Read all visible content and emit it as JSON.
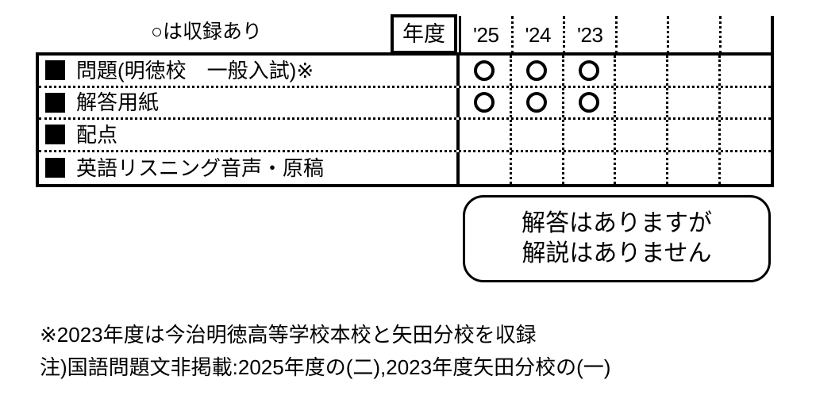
{
  "legend": {
    "text": "○は収録あり"
  },
  "table": {
    "year_header_label": "年度",
    "year_columns": [
      "'25",
      "'24",
      "'23",
      "",
      "",
      ""
    ],
    "mark_symbol": "○",
    "rows": [
      {
        "label": "問題(明徳校　一般入試)※",
        "marks": [
          true,
          true,
          true,
          false,
          false,
          false
        ]
      },
      {
        "label": "解答用紙",
        "marks": [
          true,
          true,
          true,
          false,
          false,
          false
        ]
      },
      {
        "label": "配点",
        "marks": [
          false,
          false,
          false,
          false,
          false,
          false
        ]
      },
      {
        "label": "英語リスニング音声・原稿",
        "marks": [
          false,
          false,
          false,
          false,
          false,
          false
        ]
      }
    ]
  },
  "callout": {
    "line1": "解答はありますが",
    "line2": "解説はありません"
  },
  "footnotes": {
    "line1": "※2023年度は今治明徳高等学校本校と矢田分校を収録",
    "line2": "注)国語問題文非掲載:2025年度の(二),2023年度矢田分校の(一)"
  }
}
